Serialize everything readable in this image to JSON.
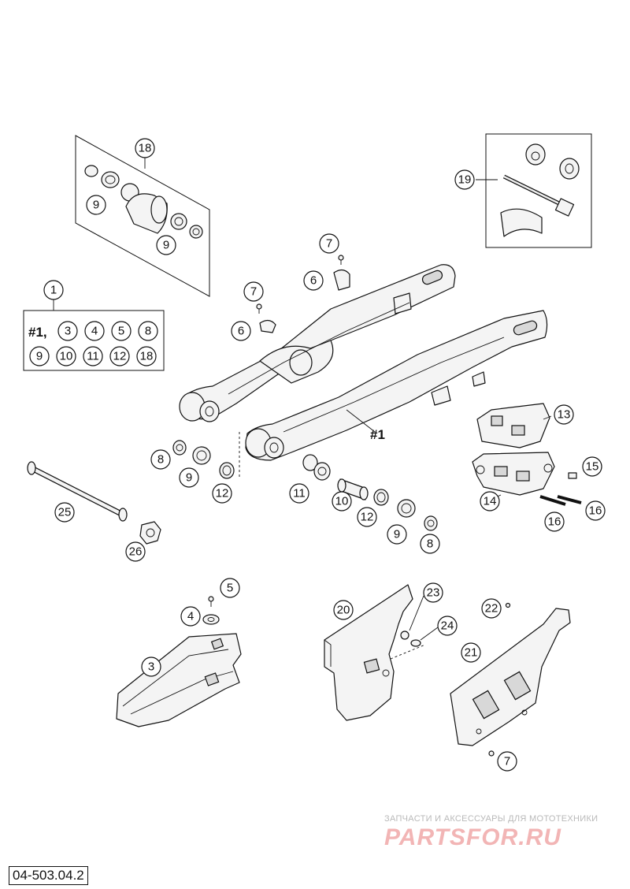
{
  "diagram": {
    "assembly_label": "#1",
    "kit_set": {
      "callout": "1",
      "prefix": "#1,",
      "row1": [
        "3",
        "4",
        "5",
        "8"
      ],
      "row2": [
        "9",
        "10",
        "11",
        "12",
        "18"
      ]
    },
    "callouts": {
      "c18": "18",
      "c9a": "9",
      "c9b": "9",
      "c19": "19",
      "c7a": "7",
      "c6a": "6",
      "c7b": "7",
      "c6b": "6",
      "c13": "13",
      "c14": "14",
      "c15": "15",
      "c16a": "16",
      "c16b": "16",
      "c8a": "8",
      "c9c": "9",
      "c12a": "12",
      "c11": "11",
      "c10": "10",
      "c12b": "12",
      "c9d": "9",
      "c8b": "8",
      "c25": "25",
      "c26": "26",
      "c5": "5",
      "c4": "4",
      "c3": "3",
      "c20": "20",
      "c23": "23",
      "c24": "24",
      "c22": "22",
      "c21": "21",
      "c7c": "7"
    }
  },
  "watermark": {
    "line1": "ЗАПЧАСТИ И АКСЕССУАРЫ ДЛЯ МОТОТЕХНИКИ",
    "line2": "PARTSFOR.RU"
  },
  "document_code": "04-503.04.2"
}
